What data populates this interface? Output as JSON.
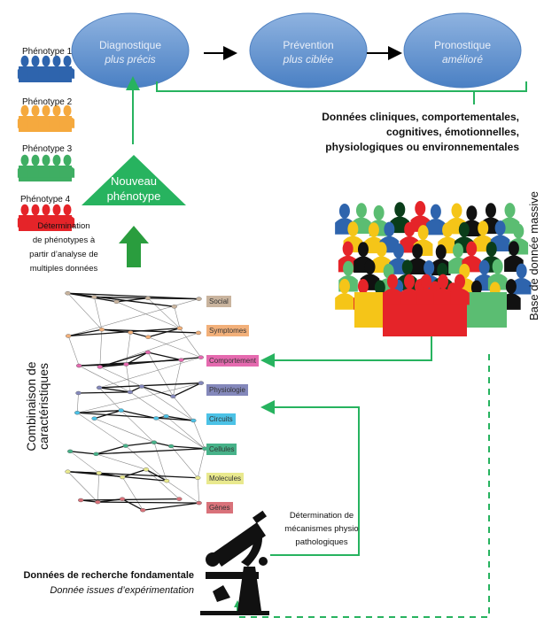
{
  "stages": [
    {
      "title": "Diagnostique",
      "subtitle": "plus précis"
    },
    {
      "title": "Prévention",
      "subtitle": "plus ciblée"
    },
    {
      "title": "Pronostique",
      "subtitle": "amélioré"
    }
  ],
  "phenotypes": [
    {
      "label": "Phénotype 1",
      "color": "#2e64ad"
    },
    {
      "label": "Phénotype 2",
      "color": "#f5a93e"
    },
    {
      "label": "Phénotype 3",
      "color": "#3fae63"
    },
    {
      "label": "Phénotype 4",
      "color": "#e52429"
    }
  ],
  "new_phenotype": {
    "line1": "Nouveau",
    "line2": "phénotype"
  },
  "clinical_data": [
    "Données cliniques, comportementales,",
    "cognitives, émotionnelles,",
    "physiologiques ou environnementales"
  ],
  "determination_phenotypes": [
    "Détermination",
    "de phénotypes à",
    "partir d’analyse de",
    "multiples données"
  ],
  "massive_db": "Base de donnée massive",
  "combination": "Combinaison de caractéristiques",
  "layers": [
    {
      "label": "Social",
      "color": "#c9b49e"
    },
    {
      "label": "Symptomes",
      "color": "#f2b07a"
    },
    {
      "label": "Comportement",
      "color": "#e56aaf"
    },
    {
      "label": "Physiologie",
      "color": "#8488bb"
    },
    {
      "label": "Circuits",
      "color": "#4cc2e6"
    },
    {
      "label": "Cellules",
      "color": "#47b289"
    },
    {
      "label": "Molecules",
      "color": "#e9e98e"
    },
    {
      "label": "Gènes",
      "color": "#d9727a"
    }
  ],
  "mechanisms": [
    "Détermination de",
    "mécanismes physio",
    "pathologiques"
  ],
  "research": {
    "title": "Données de recherche fondamentale",
    "subtitle": "Donnée issues d’expérimentation"
  },
  "colors": {
    "ellipse": "#5b8fcf",
    "green": "#27b35f",
    "arrow": "#2a9d3e"
  }
}
